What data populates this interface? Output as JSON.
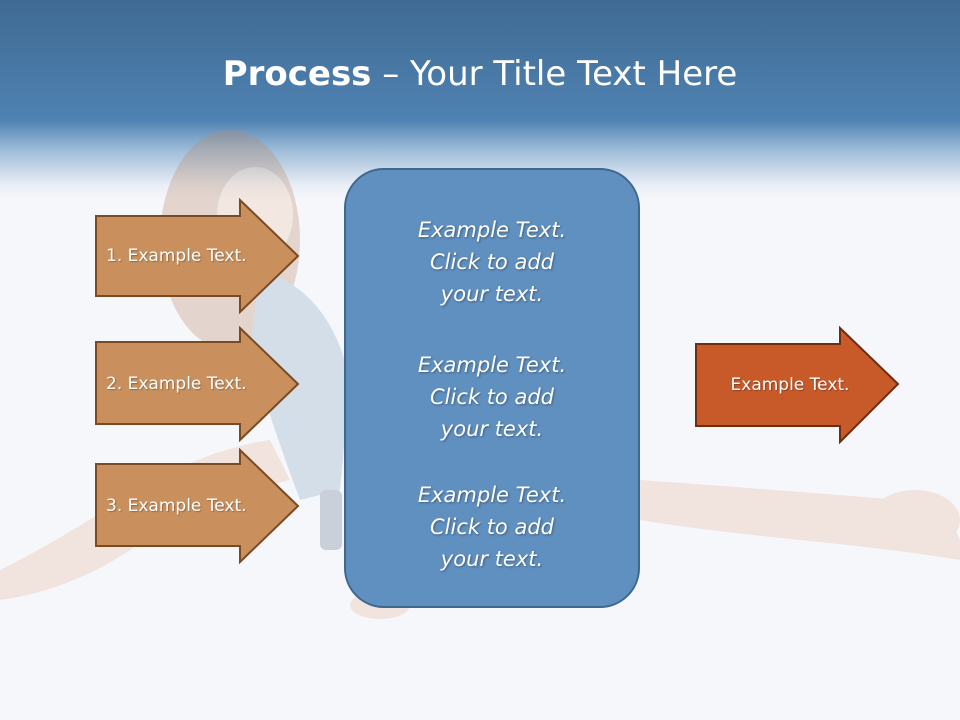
{
  "slide": {
    "title_bold": "Process",
    "title_rest": " – Your Title Text Here"
  },
  "inputs": [
    {
      "label": "1. Example Text."
    },
    {
      "label": "2. Example Text."
    },
    {
      "label": "3. Example Text."
    }
  ],
  "center": {
    "paragraphs": [
      {
        "line1": "Example Text.",
        "line2": "Click  to add",
        "line3": "your text."
      },
      {
        "line1": "Example Text.",
        "line2": "Click  to add",
        "line3": "your text."
      },
      {
        "line1": "Example Text.",
        "line2": "Click  to add",
        "line3": "your text."
      }
    ]
  },
  "output": {
    "label": "Example Text."
  },
  "colors": {
    "input_arrow": "#c98f5c",
    "output_arrow": "#c85a2a",
    "center_box": "#6090c0",
    "header": "#4f82b2"
  }
}
